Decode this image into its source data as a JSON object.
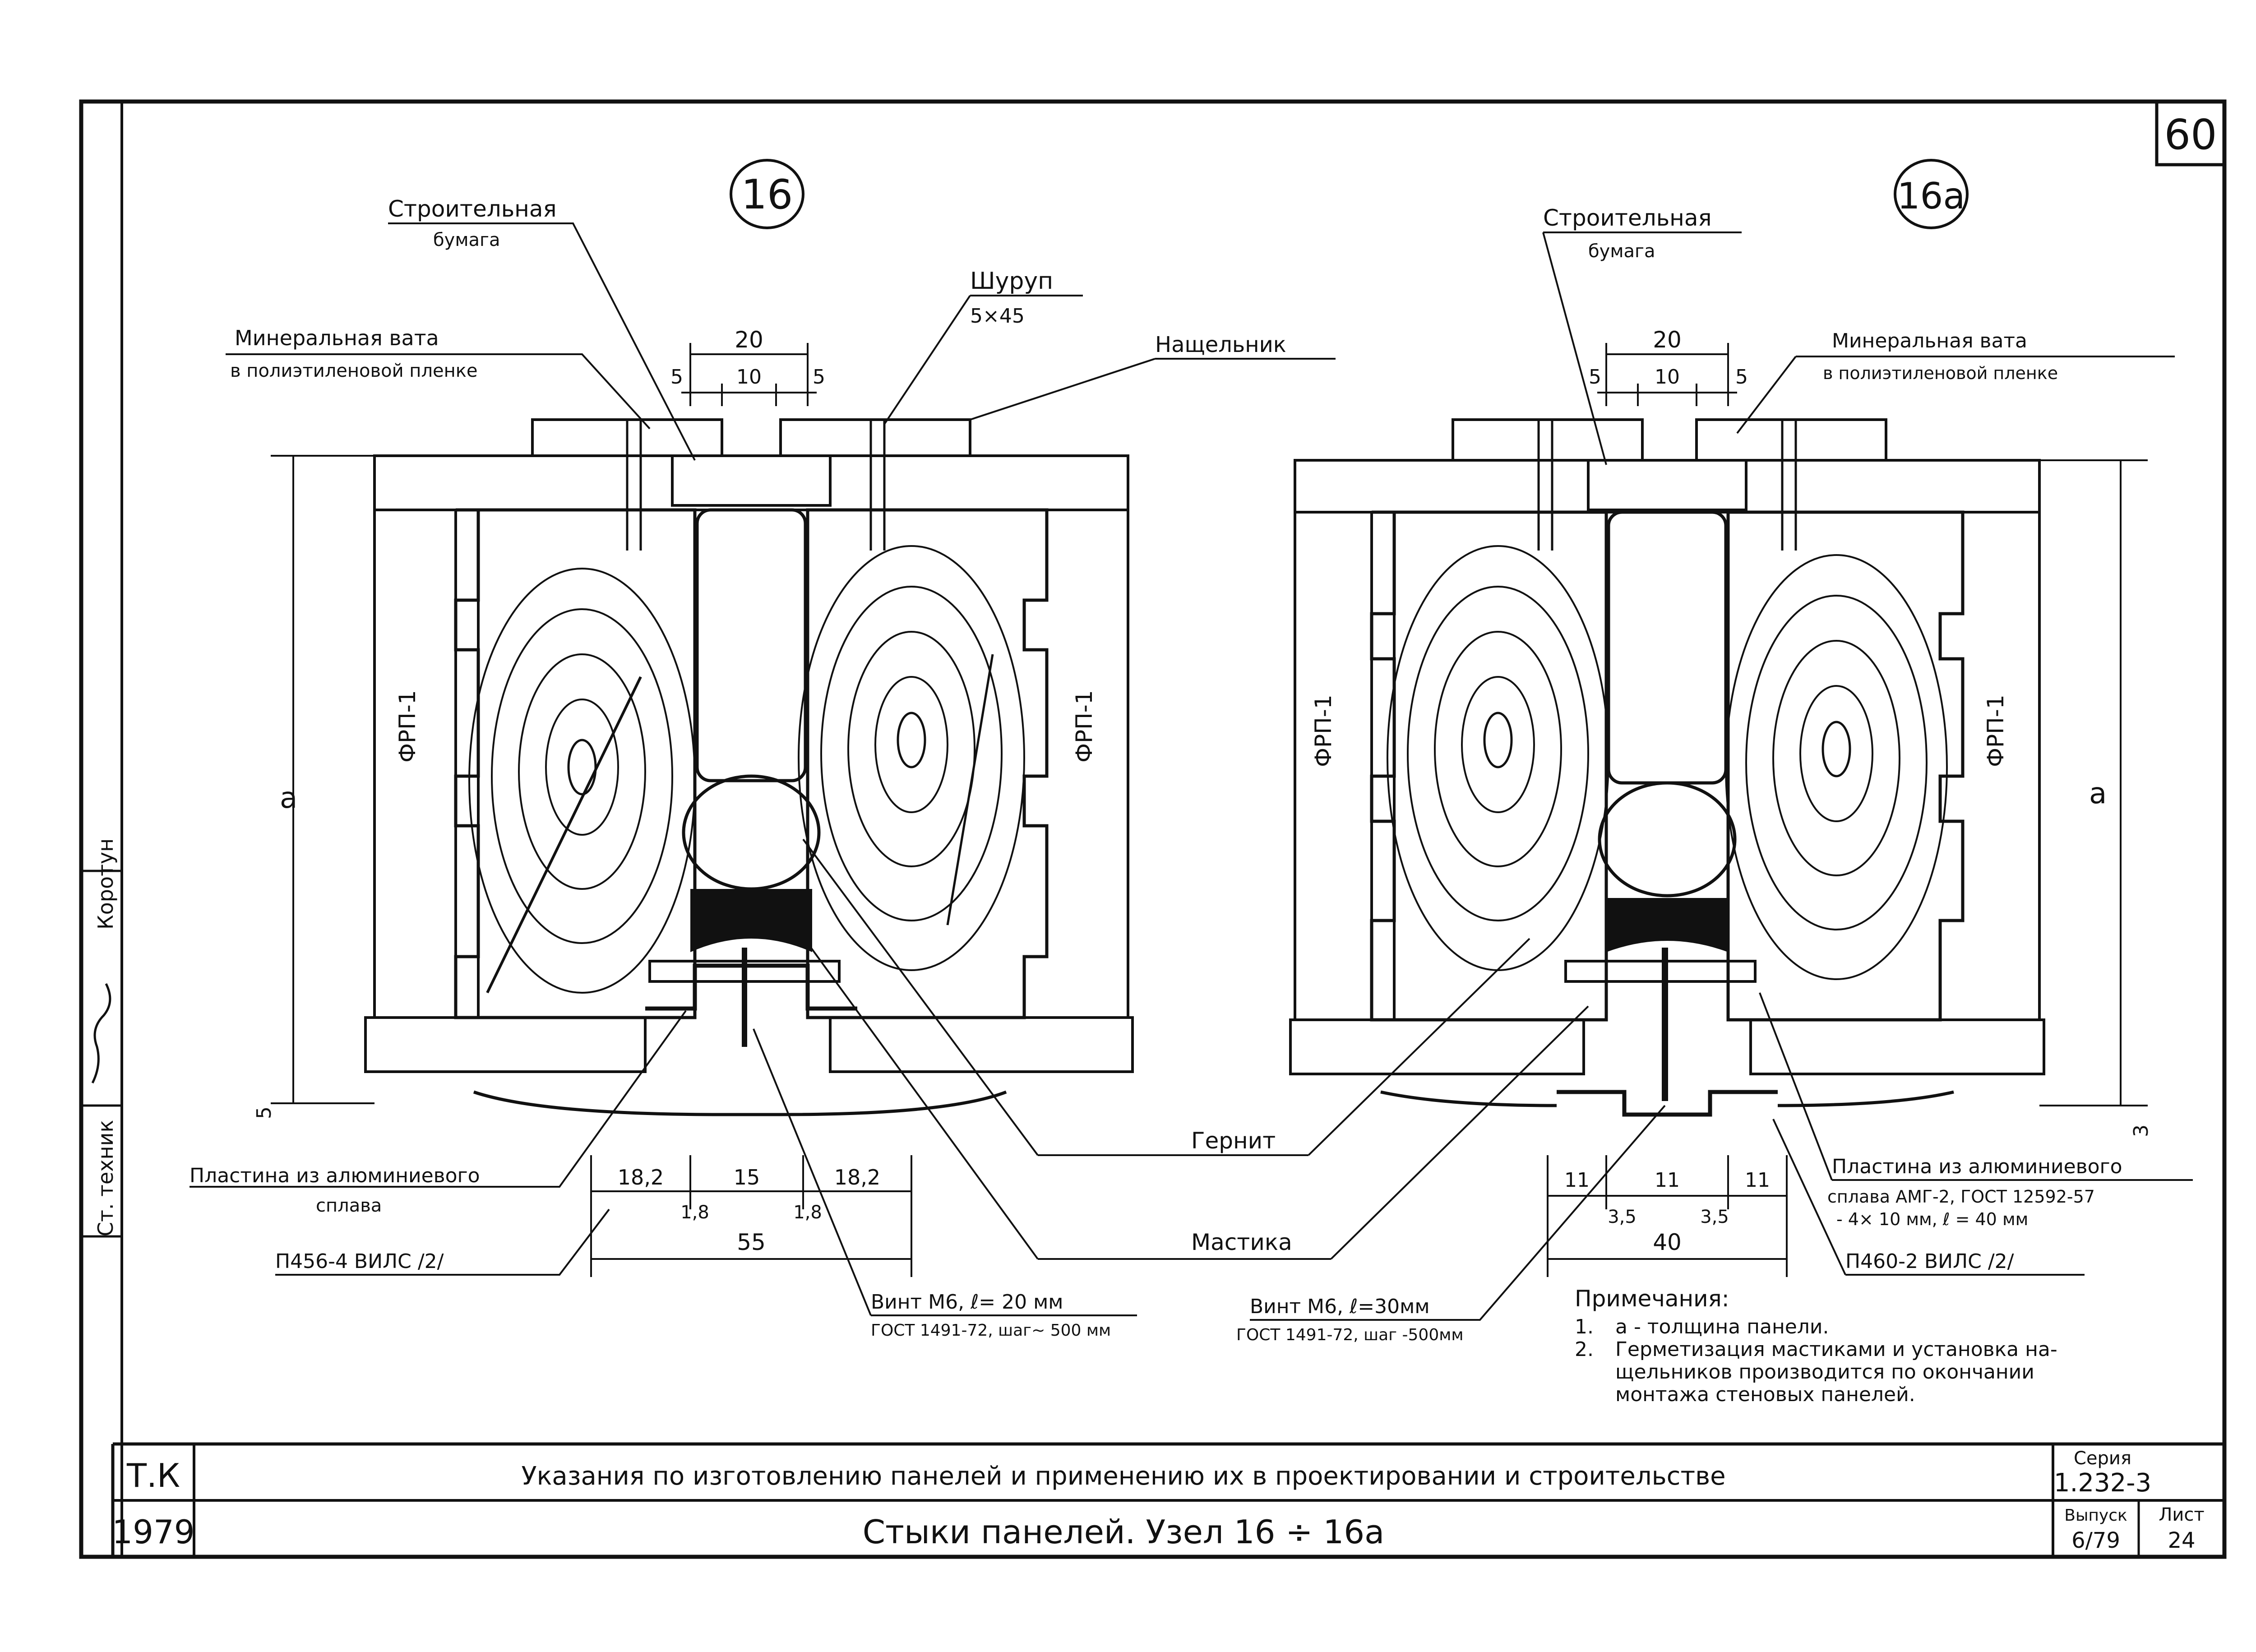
{
  "sheet": {
    "number": "60"
  },
  "details": [
    {
      "id": "16",
      "labels": {
        "paper_1": "Строительная",
        "paper_2": "бумага",
        "wool_1": "Минеральная вата",
        "wool_2": "в полиэтиленовой пленке",
        "screw_1": "Шуруп",
        "screw_2": "5×45",
        "strip": "Нащельник",
        "frp_left": "ФРП-1",
        "frp_right": "ФРП-1",
        "dim_a": "a",
        "dim_5": "5",
        "plate_1": "Пластина из алюминиевого",
        "plate_2": "сплава",
        "profile": "П456-4 ВИЛС /2/",
        "bolt_1": "Винт М6, ℓ= 20 мм",
        "bolt_2": "ГОСТ 1491-72, шаг~ 500 мм"
      },
      "dims_top": {
        "total": "20",
        "left": "5",
        "mid": "10",
        "right": "5"
      },
      "dims_bottom": {
        "a": "18,2",
        "b": "15",
        "c": "18,2",
        "d": "1,8",
        "e": "1,8",
        "total": "55"
      }
    },
    {
      "id": "16a",
      "labels": {
        "paper_1": "Строительная",
        "paper_2": "бумага",
        "wool_1": "Минеральная вата",
        "wool_2": "в полиэтиленовой пленке",
        "frp_left": "ФРП-1",
        "frp_right": "ФРП-1",
        "dim_a": "a",
        "dim_3": "3",
        "plate_1": "Пластина из алюминиевого",
        "plate_2": "сплава АМГ-2, ГОСТ 12592-57",
        "plate_3": "- 4× 10 мм, ℓ = 40 мм",
        "profile": "П460-2 ВИЛС /2/",
        "bolt_1": "Винт М6, ℓ=30мм",
        "bolt_2": "ГОСТ 1491-72, шаг -500мм"
      },
      "dims_top": {
        "total": "20",
        "left": "5",
        "mid": "10",
        "right": "5"
      },
      "dims_bottom": {
        "a": "11",
        "b": "11",
        "c": "11",
        "d": "3,5",
        "e": "3,5",
        "total": "40"
      }
    }
  ],
  "shared_labels": {
    "gernit": "Гернит",
    "mastic": "Мастика"
  },
  "notes": {
    "title": "Примечания:",
    "items": [
      {
        "num": "1.",
        "lines": [
          "a - толщина панели."
        ]
      },
      {
        "num": "2.",
        "lines": [
          "Герметизация мастиками и установка на-",
          "щельников производится по окончании",
          "монтажа стеновых панелей."
        ]
      }
    ]
  },
  "side_stamp": {
    "role_1": "Ст. техник",
    "name_1": "Коротун"
  },
  "title_block": {
    "org": "Т.К",
    "year": "1979",
    "series_label": "Серия",
    "series": "1.232-3",
    "subtitle": "Указания по изготовлению панелей и применению их в проектировании и строительстве",
    "title": "Стыки панелей. Узел 16 ÷ 16a",
    "issue_label": "Выпуск",
    "issue": "6/79",
    "sheet_label": "Лист",
    "sheet": "24"
  }
}
